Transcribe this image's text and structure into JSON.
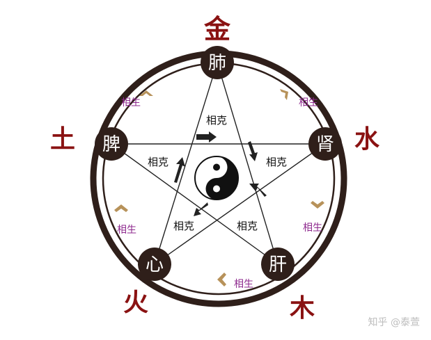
{
  "colors": {
    "ring": "#2f1f1a",
    "element": "#8a1212",
    "organ_fill": "#2f1f1a",
    "generate_text": "#8e2a8e",
    "generate_arrow": "#b7925a",
    "overcome_arrow": "#222222"
  },
  "elements": {
    "metal": "金",
    "water": "水",
    "wood": "木",
    "fire": "火",
    "earth": "土"
  },
  "organs": {
    "lung": "肺",
    "kidney": "肾",
    "liver": "肝",
    "heart": "心",
    "spleen": "脾"
  },
  "generate_labels": [
    "相生",
    "相生",
    "相生",
    "相生",
    "相生"
  ],
  "overcome_labels": [
    "相克",
    "相克",
    "相克",
    "相克",
    "相克"
  ],
  "center_icon": "yin-yang-icon",
  "watermark": "知乎 @泰萱"
}
